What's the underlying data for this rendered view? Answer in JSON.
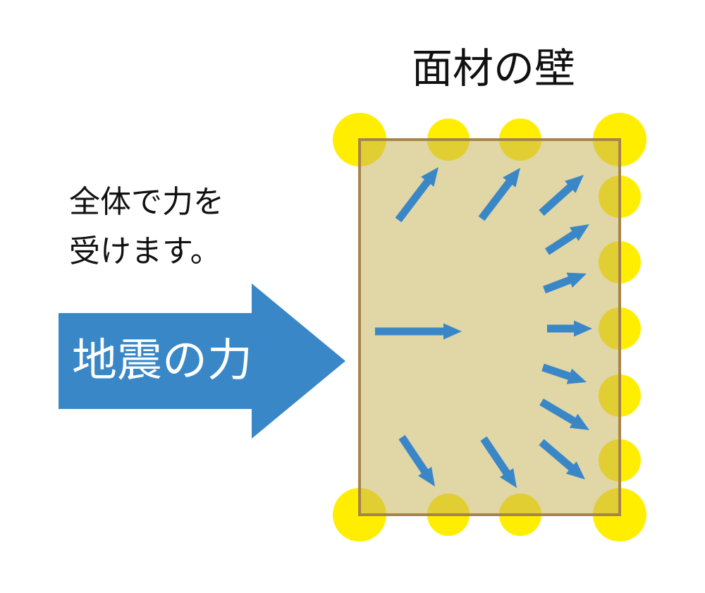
{
  "title": "面材の壁",
  "description": {
    "line1": "全体で力を",
    "line2": "受けます。"
  },
  "force_label": "地震の力",
  "colors": {
    "panel_fill": "#e0d297",
    "panel_border": "#a6854a",
    "nail": "#ffee00",
    "nail_overlap": "#e6cc00",
    "arrow": "#3a87c8",
    "text": "#111111",
    "label_text": "#ffffff"
  }
}
